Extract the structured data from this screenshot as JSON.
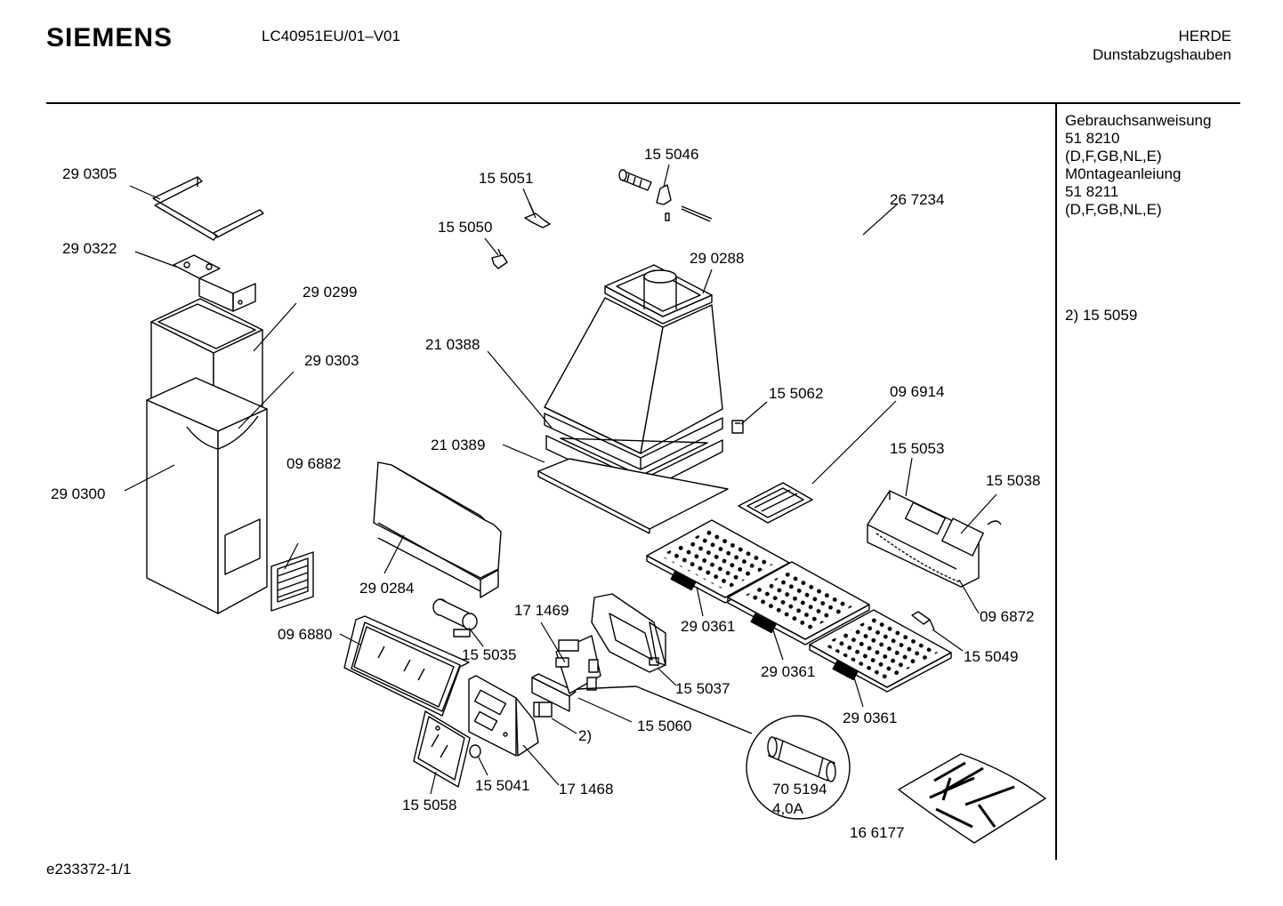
{
  "header": {
    "brand": "SIEMENS",
    "model": "LC40951EU/01–V01",
    "category_line1": "HERDE",
    "category_line2": "Dunstabzugshauben"
  },
  "side_notes": {
    "manual_title": "Gebrauchsanweisung",
    "manual_number": "51 8210",
    "manual_langs": "(D,F,GB,NL,E)",
    "mounting_title": "M0ntageanleiung",
    "mounting_number": "51 8211",
    "mounting_langs": "(D,F,GB,NL,E)",
    "footnote": "2) 15 5059"
  },
  "parts": {
    "p290305": "29 0305",
    "p290322": "29 0322",
    "p290299": "29 0299",
    "p290303": "29 0303",
    "p290300": "29 0300",
    "p096882": "09 6882",
    "p155051": "15 5051",
    "p155050": "15 5050",
    "p155046": "15 5046",
    "p267234": "26 7234",
    "p290288": "29 0288",
    "p210388": "21 0388",
    "p210389": "21 0389",
    "p155062": "15 5062",
    "p096914": "09 6914",
    "p155053": "15 5053",
    "p155038": "15 5038",
    "p096872": "09 6872",
    "p290284": "29 0284",
    "p096880": "09 6880",
    "p155035": "15 5035",
    "p171469": "17 1469",
    "p155037": "15 5037",
    "p155060": "15 5060",
    "p_note2": "2)",
    "p155041": "15 5041",
    "p171468": "17 1468",
    "p155058": "15 5058",
    "p290361a": "29 0361",
    "p290361b": "29 0361",
    "p290361c": "29 0361",
    "p155049": "15 5049",
    "p705194": "70 5194",
    "p705194_rating": "4,0A",
    "p166177": "16 6177"
  },
  "footer": {
    "code": "e233372-1/1"
  }
}
